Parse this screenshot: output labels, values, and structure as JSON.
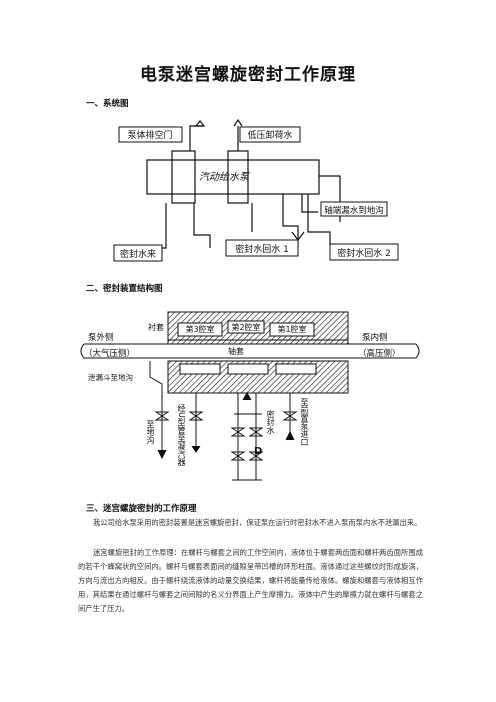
{
  "title": "电泵迷宫螺旋密封工作原理",
  "section1": {
    "heading": "一、系统图",
    "labels": {
      "vent": "泵体排空门",
      "lp_drain": "低压卸荷水",
      "pump": "汽动给水泵",
      "leak": "轴端漏水到地沟",
      "seal_in": "密封水来",
      "ret1": "密封水回水 1",
      "ret2": "密封水回水 2"
    }
  },
  "section2": {
    "heading": "二、密封装置结构图",
    "labels": {
      "liner": "衬套",
      "ch3": "第3腔室",
      "ch2": "第2腔室",
      "ch1": "第1腔室",
      "sleeve": "轴套",
      "outer": "泵外侧",
      "outer_sub": "（大气压侧）",
      "inner": "泵内侧",
      "inner_sub": "（高压侧）",
      "leak_funnel": "泄漏斗至地沟",
      "to_drain": "至地沟",
      "via_u": "经U型管至凝汽器",
      "seal_water": "密封水",
      "to_inlet": "至前置泵进口",
      "d_mark": "D"
    }
  },
  "section3": {
    "heading": "三、迷宫螺旋密封的工作原理",
    "p1": "我公司给水泵采用的密封装置是迷宫螺旋密封，保证泵在运行时密封水不进入泵而泵内水不泄漏出来。",
    "p2": "迷宫螺旋密封的工作原理：在螺杆与螺套之间的工作空间内，液体位于螺套两齿面和螺杆两齿面所围成的若干个蜂窝状的空间内。螺杆与螺套表面间的缝隙呈带凹槽的环形柱面。液体通过这些螺纹时形成旋涡，方向与流出方向相反。由于螺杆绕流液体的动量交换结果，螺杆将能量传给液体。螺旋和螺套与液体相互作用，其结果在通过螺杆与螺套之间间隙的名义分界面上产生摩擦力。液体中产生的摩擦力就在螺杆与螺套之间产生了压力。"
  }
}
